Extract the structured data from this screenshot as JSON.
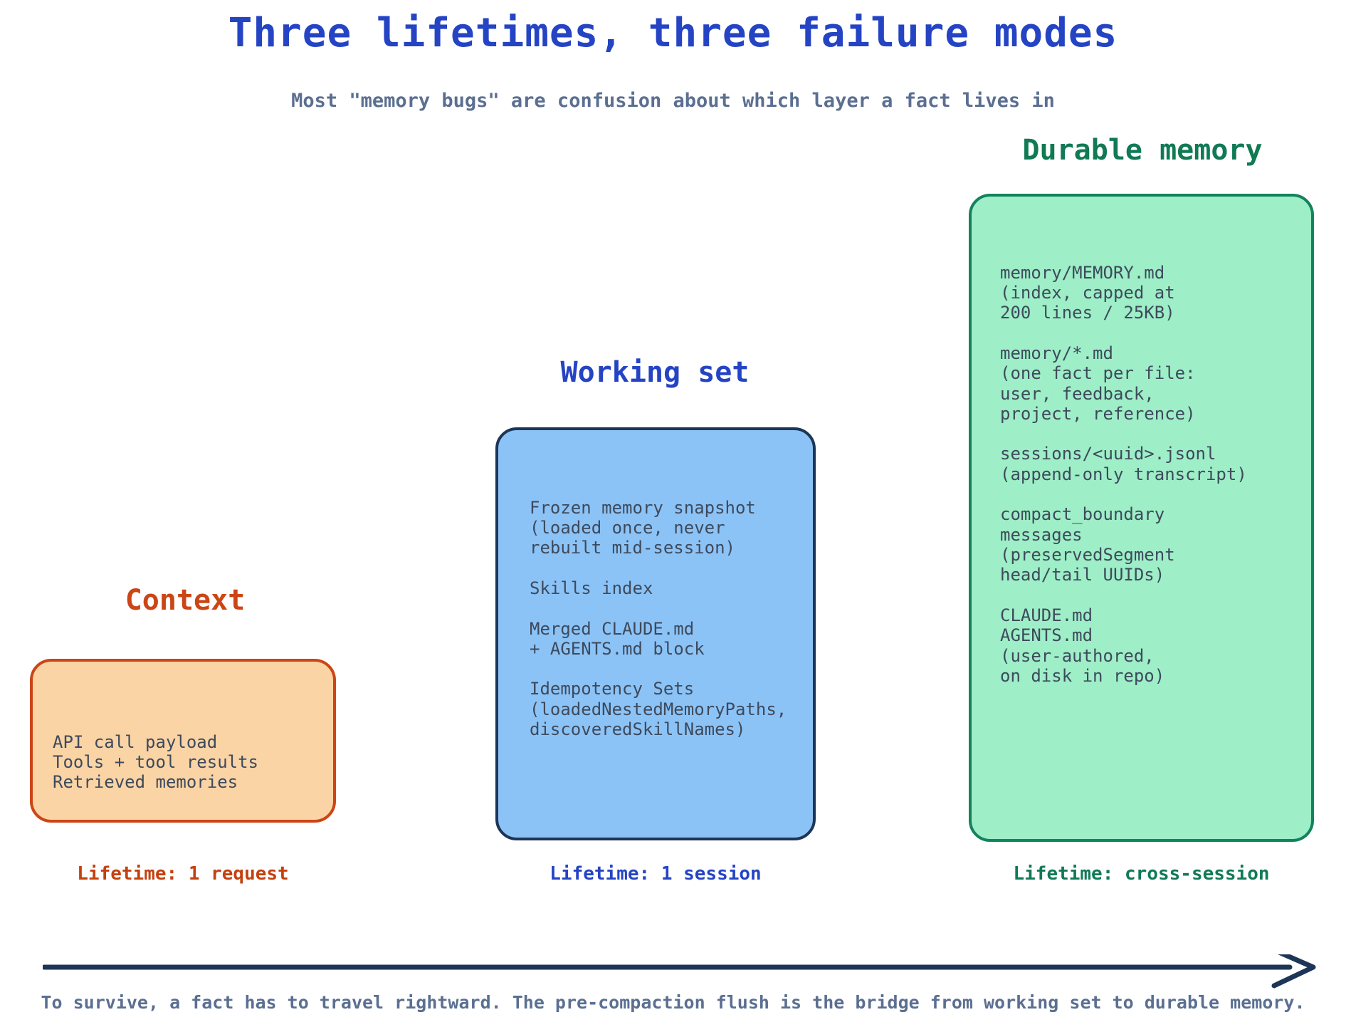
{
  "header": {
    "title": "Three lifetimes, three failure modes",
    "subtitle": "Most \"memory bugs\" are confusion about which layer a fact lives in"
  },
  "columns": [
    {
      "key": "context",
      "heading": "Context",
      "heading_color": "#cc4516",
      "box_fill": "#fbd4a5",
      "box_border": "#cc4516",
      "body": "API call payload\nTools + tool results\nRetrieved memories",
      "lifetime": "Lifetime: 1 request",
      "lifetime_color": "#c4410f"
    },
    {
      "key": "working-set",
      "heading": "Working set",
      "heading_color": "#2544c4",
      "box_fill": "#8cc3f7",
      "box_border": "#1d3557",
      "body": "Frozen memory snapshot\n(loaded once, never\nrebuilt mid-session)\n\nSkills index\n\nMerged CLAUDE.md\n+ AGENTS.md block\n\nIdempotency Sets\n(loadedNestedMemoryPaths,\ndiscoveredSkillNames)",
      "lifetime": "Lifetime: 1 session",
      "lifetime_color": "#2544c4"
    },
    {
      "key": "durable-memory",
      "heading": "Durable memory",
      "heading_color": "#107a55",
      "box_fill": "#9eeec7",
      "box_border": "#13835c",
      "body": "memory/MEMORY.md\n(index, capped at\n200 lines / 25KB)\n\nmemory/*.md\n(one fact per file:\nuser, feedback,\nproject, reference)\n\nsessions/<uuid>.jsonl\n(append-only transcript)\n\ncompact_boundary\nmessages\n(preservedSegment\nhead/tail UUIDs)\n\nCLAUDE.md\nAGENTS.md\n(user-authored,\non disk in repo)",
      "lifetime": "Lifetime: cross-session",
      "lifetime_color": "#107a55"
    }
  ],
  "arrow": {
    "name": "rightward-flow-arrow",
    "color": "#1d3557"
  },
  "footer": {
    "note": "To survive, a fact has to travel rightward. The pre-compaction flush is the bridge from working set to durable memory."
  }
}
